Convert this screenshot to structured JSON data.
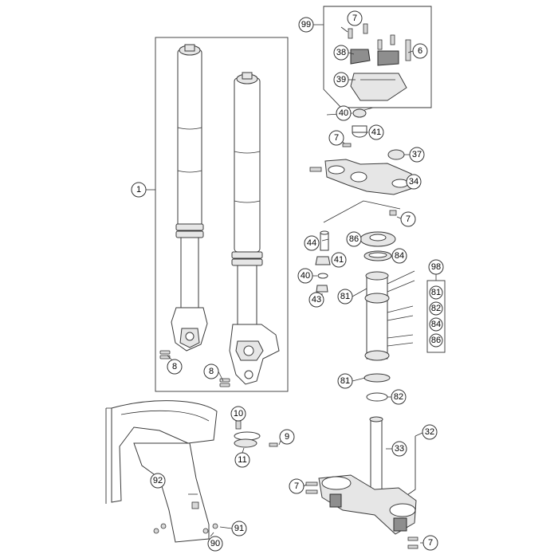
{
  "diagram": {
    "callouts": {
      "c1": "1",
      "c8a": "8",
      "c8b": "8",
      "c99": "99",
      "c7a": "7",
      "c38": "38",
      "c6": "6",
      "c39": "39",
      "c40a": "40",
      "c41a": "41",
      "c7b": "7",
      "c37": "37",
      "c34": "34",
      "c7c": "7",
      "c44": "44",
      "c86": "86",
      "c84": "84",
      "c41b": "41",
      "c40b": "40",
      "c43": "43",
      "c81a": "81",
      "c81b": "81",
      "c82": "82",
      "c98": "98",
      "c98_81": "81",
      "c98_82": "82",
      "c98_84": "84",
      "c98_86": "86",
      "c10": "10",
      "c9": "9",
      "c11": "11",
      "c92": "92",
      "c91": "91",
      "c90": "90",
      "c32": "32",
      "c33": "33",
      "c7d": "7",
      "c7e": "7"
    },
    "colors": {
      "line": "#333333",
      "fill": "#ffffff",
      "shade": "#e6e6e6",
      "dark": "#8e8e8e"
    }
  }
}
